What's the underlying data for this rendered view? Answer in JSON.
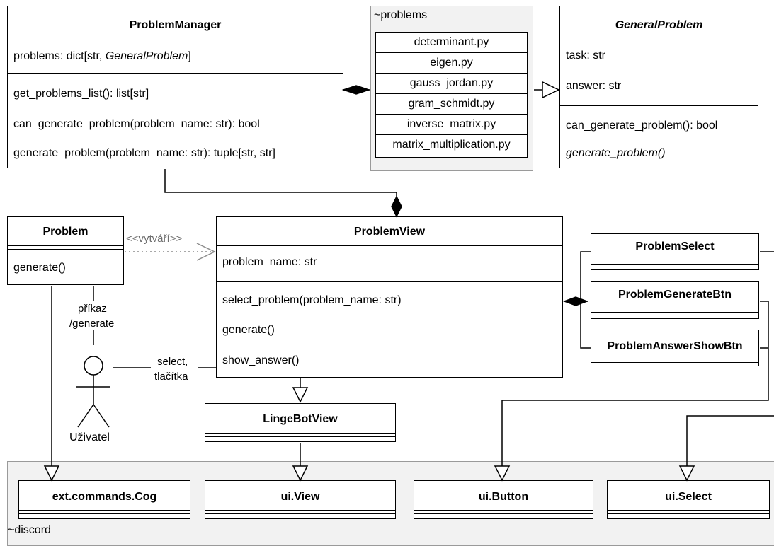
{
  "problem_manager": {
    "title": "ProblemManager",
    "attributes": [
      "problems: dict[str, ",
      "GeneralProblem",
      "]"
    ],
    "methods": [
      "get_problems_list(): list[str]",
      "can_generate_problem(problem_name: str): bool",
      "generate_problem(problem_name: str): tuple[str, str]"
    ]
  },
  "problems_package": {
    "label": "~problems",
    "files": [
      "determinant.py",
      "eigen.py",
      "gauss_jordan.py",
      "gram_schmidt.py",
      "inverse_matrix.py",
      "matrix_multiplication.py"
    ]
  },
  "general_problem": {
    "title": "GeneralProblem",
    "attributes": [
      "task: str",
      "answer: str"
    ],
    "methods": [
      "can_generate_problem(): bool",
      "generate_problem()"
    ]
  },
  "problem": {
    "title": "Problem",
    "methods": [
      "generate()"
    ]
  },
  "vytvari_label": "<<vytváří>>",
  "problem_view": {
    "title": "ProblemView",
    "attributes": [
      "problem_name: str"
    ],
    "methods": [
      "select_problem(problem_name: str)",
      "generate()",
      "show_answer()"
    ]
  },
  "problem_select": {
    "title": "ProblemSelect"
  },
  "problem_generate_btn": {
    "title": "ProblemGenerateBtn"
  },
  "problem_answer_show_btn": {
    "title": "ProblemAnswerShowBtn"
  },
  "actor": {
    "name": "Uživatel"
  },
  "command_label": {
    "line1": "příkaz",
    "line2": "/generate"
  },
  "select_label": {
    "line1": "select,",
    "line2": "tlačítka"
  },
  "linge_bot_view": {
    "title": "LingeBotView"
  },
  "discord_package": {
    "label": "~discord",
    "classes": [
      "ext.commands.Cog",
      "ui.View",
      "ui.Button",
      "ui.Select"
    ]
  }
}
